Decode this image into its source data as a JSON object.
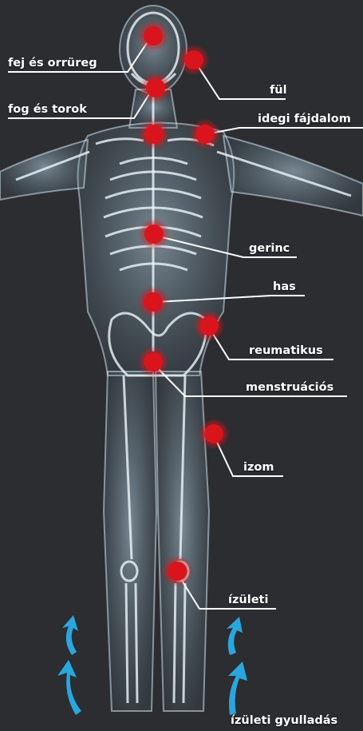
{
  "diagram": {
    "background_color": "#2b2d31",
    "body_color": "#c9dde8",
    "bone_color": "#eef6fb",
    "pain_color": "#d9141e",
    "arrow_color": "#2aa6df",
    "line_color": "#ffffff",
    "arrows": [
      {
        "name": "arrow-left-upper",
        "icon": "curved-arrow-up-icon"
      },
      {
        "name": "arrow-left-lower",
        "icon": "curved-arrow-up-icon"
      },
      {
        "name": "arrow-right-upper",
        "icon": "curved-arrow-up-icon"
      },
      {
        "name": "arrow-right-lower",
        "icon": "curved-arrow-up-icon"
      }
    ]
  },
  "labels": [
    {
      "id": "fej",
      "text": "fej és orrüreg"
    },
    {
      "id": "fog",
      "text": "fog és torok"
    },
    {
      "id": "ful",
      "text": "fül"
    },
    {
      "id": "idegi",
      "text": "idegi fájdalom"
    },
    {
      "id": "gerinc",
      "text": "gerinc"
    },
    {
      "id": "has",
      "text": "has"
    },
    {
      "id": "reumatikus",
      "text": "reumatikus"
    },
    {
      "id": "menstruacios",
      "text": "menstruációs"
    },
    {
      "id": "izom",
      "text": "izom"
    },
    {
      "id": "izuleti",
      "text": "ízületi"
    },
    {
      "id": "gyulladas",
      "text": "ízületi gyulladás"
    }
  ]
}
